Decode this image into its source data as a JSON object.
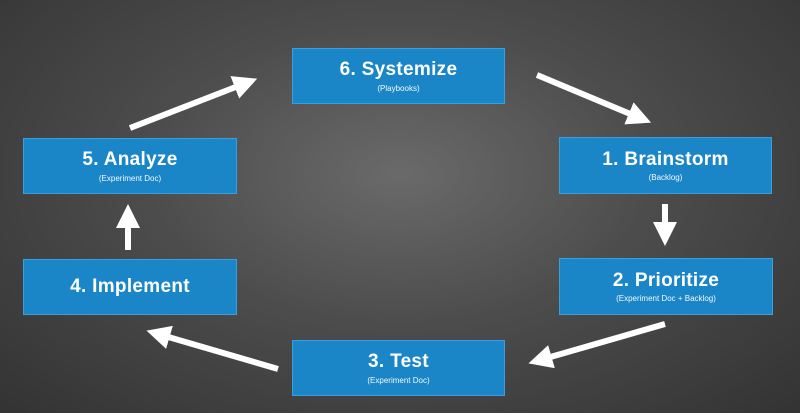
{
  "steps": {
    "systemize": {
      "title": "6.  Systemize",
      "sub": "(Playbooks)"
    },
    "brainstorm": {
      "title": "1.  Brainstorm",
      "sub": "(Backlog)"
    },
    "prioritize": {
      "title": "2.  Prioritize",
      "sub": "(Experiment Doc + Backlog)"
    },
    "test": {
      "title": "3.  Test",
      "sub": "(Experiment Doc)"
    },
    "implement": {
      "title": "4.  Implement",
      "sub": ""
    },
    "analyze": {
      "title": "5.  Analyze",
      "sub": "(Experiment Doc)"
    }
  },
  "colors": {
    "box": "#1a86c8",
    "arrow": "#ffffff",
    "text": "#ffffff"
  }
}
